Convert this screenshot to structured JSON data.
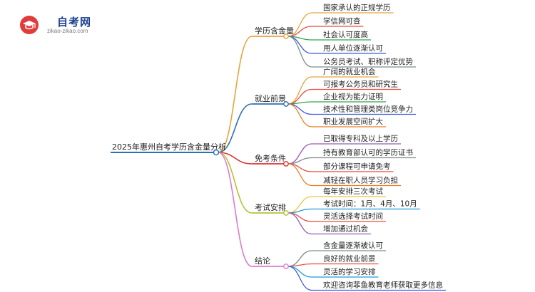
{
  "logo": {
    "title": "自考网",
    "url_text": "zikao-zikao.com",
    "icon": "graduation-cap-icon"
  },
  "mindmap": {
    "root": "2025年惠州自考学历含金量分析",
    "branches": [
      {
        "label": "学历含金量",
        "color": "#e8a33d",
        "children": [
          {
            "label": "国家承认的正规学历",
            "color": "#e8a33d"
          },
          {
            "label": "学信网可查",
            "color": "#e74c3c"
          },
          {
            "label": "社会认可度高",
            "color": "#2ea44f"
          },
          {
            "label": "用人单位逐渐认可",
            "color": "#3b5bdb"
          },
          {
            "label": "公务员考试、职称评定优势",
            "color": "#7f8c8d"
          }
        ]
      },
      {
        "label": "就业前景",
        "color": "#2c6fb5",
        "children": [
          {
            "label": "广阔的就业机会",
            "color": "#e8a33d"
          },
          {
            "label": "可报考公务员和研究生",
            "color": "#e74c3c"
          },
          {
            "label": "企业视为能力证明",
            "color": "#2ea44f"
          },
          {
            "label": "技术性和管理类岗位竞争力",
            "color": "#3b5bdb"
          },
          {
            "label": "职业发展空间扩大",
            "color": "#e67e22"
          }
        ]
      },
      {
        "label": "免考条件",
        "color": "#e03131",
        "children": [
          {
            "label": "已取得专科及以上学历",
            "color": "#9b59b6"
          },
          {
            "label": "持有教育部认可的学历证书",
            "color": "#7f8c8d"
          },
          {
            "label": "部分课程可申请免考",
            "color": "#e74c3c"
          },
          {
            "label": "减轻在职人员学习负担",
            "color": "#e67e22"
          }
        ]
      },
      {
        "label": "考试安排",
        "color": "#b5c234",
        "children": [
          {
            "label": "每年安排三次考试",
            "color": "#e8c53d"
          },
          {
            "label": "考试时间：1月、4月、10月",
            "color": "#1f9ad6"
          },
          {
            "label": "灵活选择考试时间",
            "color": "#e74c3c"
          },
          {
            "label": "增加通过机会",
            "color": "#9b59b6"
          }
        ]
      },
      {
        "label": "结论",
        "color": "#e07ad0",
        "children": [
          {
            "label": "含金量逐渐被认可",
            "color": "#7f8c8d"
          },
          {
            "label": "良好的就业前景",
            "color": "#e74c3c"
          },
          {
            "label": "灵活的学习安排",
            "color": "#1f9ad6"
          },
          {
            "label": "欢迎咨询菲鱼教育老师获取更多信息",
            "color": "#3b5bdb"
          }
        ]
      }
    ]
  }
}
